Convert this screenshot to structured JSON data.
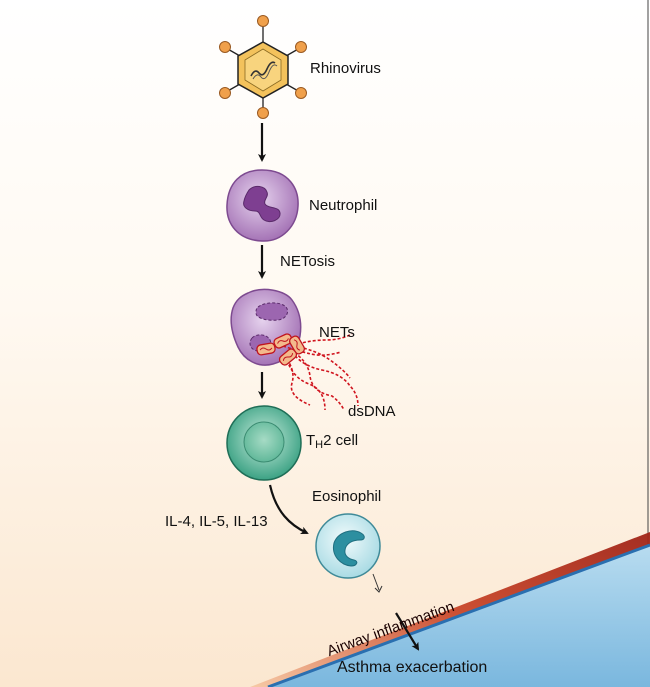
{
  "labels": {
    "rhinovirus": "Rhinovirus",
    "neutrophil": "Neutrophil",
    "netosis": "NETosis",
    "nets": "NETs",
    "dsdna": "dsDNA",
    "th2_prefix": "T",
    "th2_sub": "H",
    "th2_suffix": "2 cell",
    "eosinophil": "Eosinophil",
    "interleukins": "IL-4, IL-5, IL-13",
    "airway_inflammation": "Airway inflammation",
    "asthma_exacerbation": "Asthma exacerbation"
  },
  "colors": {
    "virus_body": "#f3c25c",
    "virus_spikes": "#f0a04b",
    "neutrophil": "#b98cc5",
    "nucleus": "#7e3f91",
    "dna": "#d0141e",
    "th2_cell": "#2fa383",
    "eosinophil": "#bfe5ea",
    "airway_blue": "#8ec8e6",
    "inflammation": "#c9472a"
  }
}
